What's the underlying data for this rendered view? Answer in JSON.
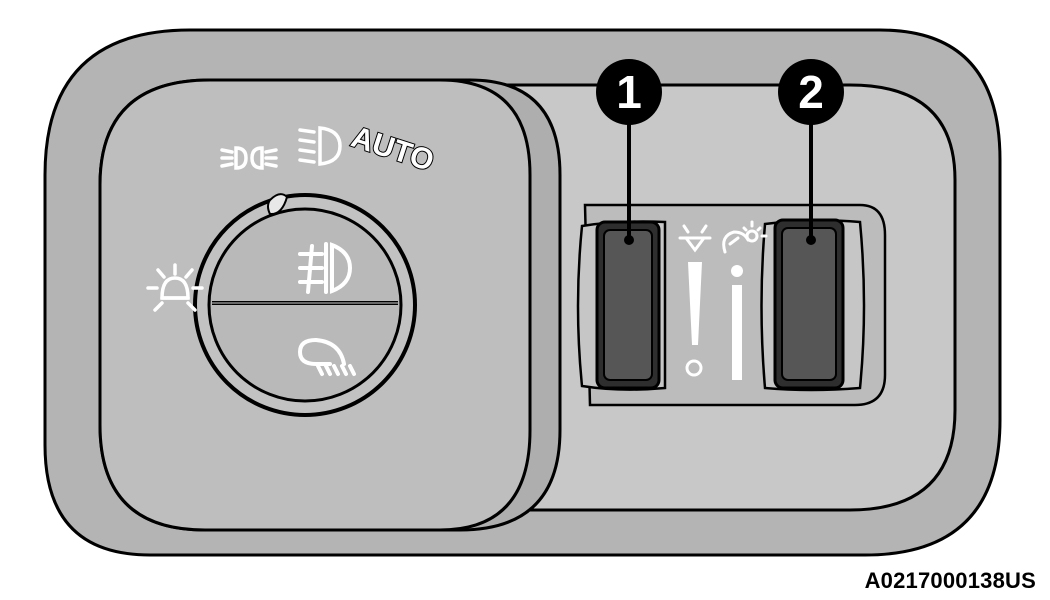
{
  "colors": {
    "outer_bezel": "#b4b4b4",
    "panel_face": "#c8c8c8",
    "knob_face": "#bdbdbd",
    "recess_dark": "#9a9a9a",
    "roller_dark": "#555555",
    "symbol_white": "#ffffff",
    "callout_fill": "#000000",
    "callout_text": "#ffffff",
    "outline": "#000000"
  },
  "dial_labels": {
    "auto_text": "AUTO"
  },
  "callouts": [
    {
      "number": "1"
    },
    {
      "number": "2"
    }
  ],
  "icons": {
    "parking_lights": "parking-lights-icon",
    "low_beam": "low-beam-icon",
    "auto_mode": "auto-headlamp-mode",
    "off_position": "headlamps-off-icon",
    "rear_fog": "rear-fog-light-icon",
    "front_fog": "front-fog-light-icon",
    "dome_light": "dome-light-icon",
    "dimmer": "instrument-panel-dimmer-icon"
  },
  "figure_code": "A0217000138US"
}
